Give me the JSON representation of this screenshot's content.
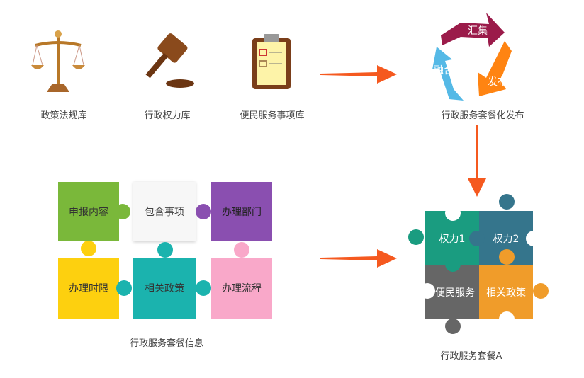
{
  "sources": [
    {
      "label": "政策法规库",
      "icon": "scales-icon"
    },
    {
      "label": "行政权力库",
      "icon": "gavel-icon"
    },
    {
      "label": "便民服务事项库",
      "icon": "clipboard-icon"
    }
  ],
  "cycle": {
    "title": "行政服务套餐化发布",
    "steps": [
      {
        "label": "汇集",
        "color": "#9b1b4a"
      },
      {
        "label": "发布",
        "color": "#ff8412"
      },
      {
        "label": "融合",
        "color": "#55b9e6"
      }
    ]
  },
  "info_puzzle": {
    "title": "行政服务套餐信息",
    "pieces": [
      {
        "label": "申报内容",
        "color": "#7ab83a"
      },
      {
        "label": "包含事项",
        "color": "#f7f7f7"
      },
      {
        "label": "办理部门",
        "color": "#8a4fb0"
      },
      {
        "label": "办理时限",
        "color": "#fdd00f"
      },
      {
        "label": "相关政策",
        "color": "#1bb3ae"
      },
      {
        "label": "办理流程",
        "color": "#f9a8c9"
      }
    ]
  },
  "package_puzzle": {
    "title": "行政服务套餐A",
    "pieces": [
      {
        "label": "权力1",
        "color": "#1a9c80"
      },
      {
        "label": "权力2",
        "color": "#35758c"
      },
      {
        "label": "便民服务",
        "color": "#666666"
      },
      {
        "label": "相关政策",
        "color": "#f09c2a"
      }
    ]
  },
  "arrow_color": "#f5591f"
}
